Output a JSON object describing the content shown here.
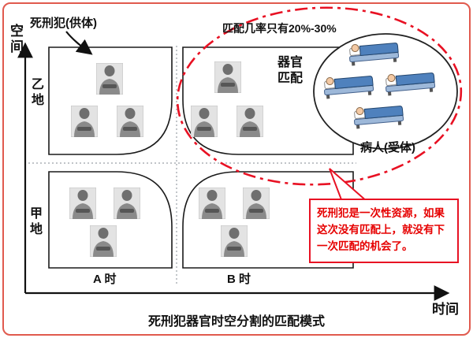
{
  "title": "死刑犯器官时空分割的匹配模式",
  "axes": {
    "y_label": "空间",
    "x_label": "时间"
  },
  "regions": {
    "donor_label": "死刑犯(供体)",
    "zone_top": "乙地",
    "zone_bottom": "甲地",
    "time_left": "A 时",
    "time_right": "B 时"
  },
  "matching": {
    "rate_text": "匹配几率只有20%-30%",
    "organ_line1": "器官",
    "organ_line2": "匹配",
    "patient_label": "病人(受体)"
  },
  "callout_text": "死刑犯是一次性资源，如果这次没有匹配上，就没有下一次匹配的机会了。",
  "figures": {
    "prisoners_per_quadrant": 3,
    "quadrant_count": 4,
    "patient_bed_count": 4
  },
  "colors": {
    "accent_red": "#e81123",
    "outline_black": "#111111",
    "frame_red": "#e05a4e",
    "blanket_blue": "#4f81bd"
  }
}
